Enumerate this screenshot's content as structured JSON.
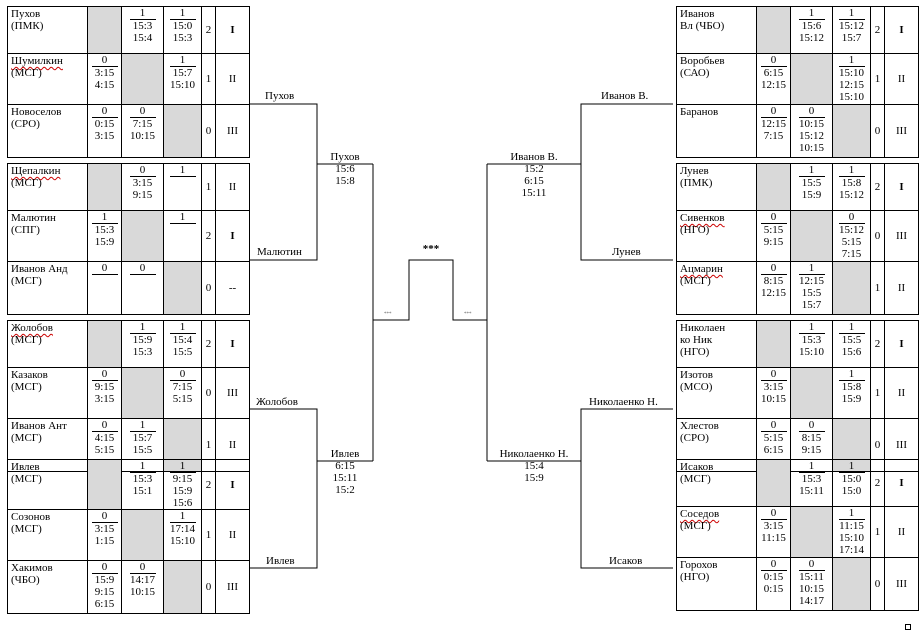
{
  "left_groups": [
    {
      "players": [
        {
          "name": "Пухов",
          "club": "(ПМК)",
          "ul": false,
          "cells": [
            null,
            [
              "1",
              "15:3",
              "15:4"
            ],
            [
              "1",
              "15:0",
              "15:3"
            ]
          ],
          "points": "2",
          "place": "I",
          "bold": true
        },
        {
          "name": "Шумилкин",
          "club": "(МСГ)",
          "ul": true,
          "cells": [
            [
              "0",
              "3:15",
              "4:15"
            ],
            null,
            [
              "1",
              "15:7",
              "15:10"
            ]
          ],
          "points": "1",
          "place": "II",
          "bold": false
        },
        {
          "name": "Новоселов",
          "club": "(СРО)",
          "ul": false,
          "cells": [
            [
              "0",
              "0:15",
              "3:15"
            ],
            [
              "0",
              "7:15",
              "10:15"
            ],
            null
          ],
          "points": "0",
          "place": "III",
          "bold": false
        }
      ]
    },
    {
      "players": [
        {
          "name": "Щепалкин",
          "club": "(МСГ)",
          "ul": true,
          "cells": [
            null,
            [
              "0",
              "3:15",
              "9:15"
            ],
            [
              "1"
            ]
          ],
          "points": "1",
          "place": "II",
          "bold": false
        },
        {
          "name": "Малютин",
          "club": "(СПГ)",
          "ul": false,
          "cells": [
            [
              "1",
              "15:3",
              "15:9"
            ],
            null,
            [
              "1"
            ]
          ],
          "points": "2",
          "place": "I",
          "bold": true
        },
        {
          "name": "Иванов Анд",
          "club": "(МСГ)",
          "ul": false,
          "cells": [
            [
              "0"
            ],
            [
              "0"
            ],
            null
          ],
          "points": "0",
          "place": "--",
          "bold": false
        }
      ]
    },
    {
      "players": [
        {
          "name": "Жолобов",
          "club": "(МСГ)",
          "ul": true,
          "cells": [
            null,
            [
              "1",
              "15:9",
              "15:3"
            ],
            [
              "1",
              "15:4",
              "15:5"
            ]
          ],
          "points": "2",
          "place": "I",
          "bold": true
        },
        {
          "name": "Казаков",
          "club": "(МСГ)",
          "ul": false,
          "cells": [
            [
              "0",
              "9:15",
              "3:15"
            ],
            null,
            [
              "0",
              "7:15",
              "5:15"
            ]
          ],
          "points": "0",
          "place": "III",
          "bold": false
        },
        {
          "name": "Иванов Ант",
          "club": "(МСГ)",
          "ul": false,
          "cells": [
            [
              "0",
              "4:15",
              "5:15"
            ],
            [
              "1",
              "15:7",
              "15:5"
            ],
            null
          ],
          "points": "1",
          "place": "II",
          "bold": false
        }
      ]
    },
    {
      "players": [
        {
          "name": "Ивлев",
          "club": "(МСГ)",
          "ul": false,
          "cells": [
            null,
            [
              "1",
              "15:3",
              "15:1"
            ],
            [
              "1",
              "9:15",
              "15:9",
              "15:6"
            ]
          ],
          "points": "2",
          "place": "I",
          "bold": true
        },
        {
          "name": "Созонов",
          "club": "(МСГ)",
          "ul": false,
          "cells": [
            [
              "0",
              "3:15",
              "1:15"
            ],
            null,
            [
              "1",
              "17:14",
              "15:10"
            ]
          ],
          "points": "1",
          "place": "II",
          "bold": false
        },
        {
          "name": "Хакимов",
          "club": "(ЧБО)",
          "ul": false,
          "cells": [
            [
              "0",
              "15:9",
              "9:15",
              "6:15"
            ],
            [
              "0",
              "14:17",
              "10:15"
            ],
            null
          ],
          "points": "0",
          "place": "III",
          "bold": false
        }
      ]
    }
  ],
  "right_groups": [
    {
      "players": [
        {
          "name": "Иванов",
          "club": "Вл (ЧБО)",
          "ul": false,
          "cells": [
            null,
            [
              "1",
              "15:6",
              "15:12"
            ],
            [
              "1",
              "15:12",
              "15:7"
            ]
          ],
          "points": "2",
          "place": "I",
          "bold": true
        },
        {
          "name": "Воробьев",
          "club": "(САО)",
          "ul": false,
          "cells": [
            [
              "0",
              "6:15",
              "12:15"
            ],
            null,
            [
              "1",
              "15:10",
              "12:15",
              "15:10"
            ]
          ],
          "points": "1",
          "place": "II",
          "bold": false
        },
        {
          "name": "Баранов",
          "club": "",
          "ul": false,
          "cells": [
            [
              "0",
              "12:15",
              "7:15"
            ],
            [
              "0",
              "10:15",
              "15:12",
              "10:15"
            ],
            null
          ],
          "points": "0",
          "place": "III",
          "bold": false
        }
      ]
    },
    {
      "players": [
        {
          "name": "Лунев",
          "club": "(ПМК)",
          "ul": false,
          "cells": [
            null,
            [
              "1",
              "15:5",
              "15:9"
            ],
            [
              "1",
              "15:8",
              "15:12"
            ]
          ],
          "points": "2",
          "place": "I",
          "bold": true
        },
        {
          "name": "Сивенков",
          "club": "(НГО)",
          "ul": true,
          "cells": [
            [
              "0",
              "5:15",
              "9:15"
            ],
            null,
            [
              "0",
              "15:12",
              "5:15",
              "7:15"
            ]
          ],
          "points": "0",
          "place": "III",
          "bold": false
        },
        {
          "name": "Ацмарин",
          "club": "(МСГ)",
          "ul": true,
          "cells": [
            [
              "0",
              "8:15",
              "12:15"
            ],
            [
              "1",
              "12:15",
              "15:5",
              "15:7"
            ],
            null
          ],
          "points": "1",
          "place": "II",
          "bold": false
        }
      ]
    },
    {
      "players": [
        {
          "name": "Николаен",
          "club": "ко Ник",
          "club2": "(НГО)",
          "ul": false,
          "cells": [
            null,
            [
              "1",
              "15:3",
              "15:10"
            ],
            [
              "1",
              "15:5",
              "15:6"
            ]
          ],
          "points": "2",
          "place": "I",
          "bold": true
        },
        {
          "name": "Изотов",
          "club": "(МСО)",
          "ul": false,
          "cells": [
            [
              "0",
              "3:15",
              "10:15"
            ],
            null,
            [
              "1",
              "15:8",
              "15:9"
            ]
          ],
          "points": "1",
          "place": "II",
          "bold": false
        },
        {
          "name": "Хлестов",
          "club": "(СРО)",
          "ul": false,
          "cells": [
            [
              "0",
              "5:15",
              "6:15"
            ],
            [
              "0",
              "8:15",
              "9:15"
            ],
            null
          ],
          "points": "0",
          "place": "III",
          "bold": false
        }
      ]
    },
    {
      "players": [
        {
          "name": "Исаков",
          "club": "(МСГ)",
          "ul": false,
          "cells": [
            null,
            [
              "1",
              "15:3",
              "15:11"
            ],
            [
              "1",
              "15:0",
              "15:0"
            ]
          ],
          "points": "2",
          "place": "I",
          "bold": true
        },
        {
          "name": "Соседов",
          "club": "(МСГ)",
          "ul": true,
          "cells": [
            [
              "0",
              "3:15",
              "11:15"
            ],
            null,
            [
              "1",
              "11:15",
              "15:10",
              "17:14"
            ]
          ],
          "points": "1",
          "place": "II",
          "bold": false
        },
        {
          "name": "Горохов",
          "club": "(НГО)",
          "ul": false,
          "cells": [
            [
              "0",
              "0:15",
              "0:15"
            ],
            [
              "0",
              "15:11",
              "10:15",
              "14:17"
            ],
            null
          ],
          "points": "0",
          "place": "III",
          "bold": false
        }
      ]
    }
  ],
  "bracket": {
    "r1_left": [
      "Пухов",
      "Малютин",
      "Жолобов",
      "Ивлев"
    ],
    "r1_right": [
      "Иванов В.",
      "Лунев",
      "Николаенко Н.",
      "Исаков"
    ],
    "semi_left_top": {
      "name": "Пухов",
      "scores": [
        "15:6",
        "15:8"
      ]
    },
    "semi_left_bottom": {
      "name": "Ивлев",
      "scores": [
        "6:15",
        "15:11",
        "15:2"
      ]
    },
    "semi_right_top": {
      "name": "Иванов В.",
      "scores": [
        "15:2",
        "6:15",
        "15:11"
      ]
    },
    "semi_right_bottom": {
      "name": "Николаенко Н.",
      "scores": [
        "15:4",
        "15:9"
      ]
    },
    "final_left_placeholder": "***",
    "final_right_placeholder": "***",
    "champion": "***"
  }
}
